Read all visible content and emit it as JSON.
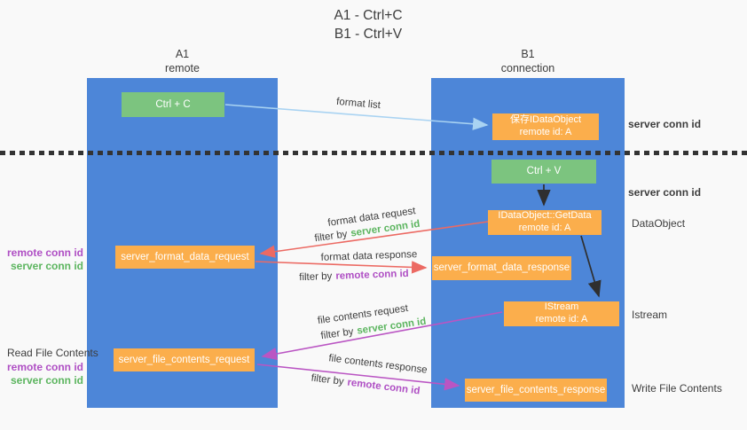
{
  "title": {
    "line1": "A1 - Ctrl+C",
    "line2": "B1 - Ctrl+V"
  },
  "lanes": {
    "left": {
      "name": "A1",
      "subtitle": "remote"
    },
    "right": {
      "name": "B1",
      "subtitle": "connection"
    }
  },
  "nodes": {
    "ctrl_c": {
      "label": "Ctrl + C"
    },
    "ctrl_v": {
      "label": "Ctrl + V"
    },
    "save_idataobject": {
      "line1": "保存IDataObject",
      "line2": "remote id: A"
    },
    "getdata": {
      "line1": "IDataObject::GetData",
      "line2": "remote id: A"
    },
    "istream": {
      "line1": "IStream",
      "line2": "remote id: A"
    },
    "format_request": {
      "label": "server_format_data_request"
    },
    "format_response": {
      "label": "server_format_data_response"
    },
    "file_request": {
      "label": "server_file_contents_request"
    },
    "file_response": {
      "label": "server_file_contents_response"
    }
  },
  "arrow_labels": {
    "format_list": "format list",
    "format_data_request": "format data request",
    "format_data_response": "format data response",
    "file_contents_request": "file contents request",
    "file_contents_response": "file contents response",
    "filter_by": "filter by"
  },
  "side_labels": {
    "server_conn_id": "server conn id",
    "remote_conn_id": "remote conn id",
    "dataobject": "DataObject",
    "istream": "Istream",
    "read_file_contents": "Read File Contents",
    "write_file_contents": "Write File Contents"
  },
  "colors": {
    "lane_blue": "#4d86d8",
    "box_green": "#7cc47f",
    "box_orange": "#fbae4c",
    "arrow_red": "#ec6a63",
    "arrow_magenta": "#ba55c3",
    "arrow_lightblue": "#a9d3f2",
    "arrow_black": "#2f2f2f",
    "conn_id_green": "#5cb55f",
    "conn_id_purple": "#af4fc4",
    "text_dark": "#3d3d3d"
  }
}
